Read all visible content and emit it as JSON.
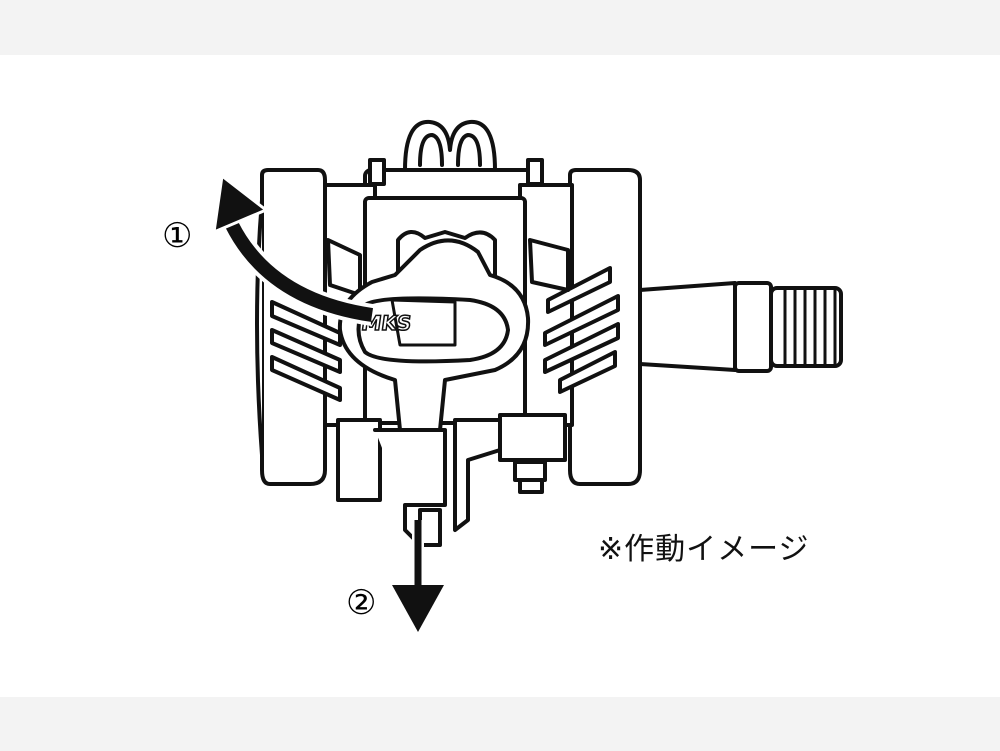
{
  "labels": {
    "step1": "①",
    "step2": "②",
    "note": "※作動イメージ",
    "logo": "MKS"
  },
  "colors": {
    "line": "#111111",
    "fill": "#ffffff",
    "band": "#f3f3f3"
  },
  "icons": {
    "arrow1": "curved-arrow-up-left-icon",
    "arrow2": "arrow-down-icon"
  }
}
